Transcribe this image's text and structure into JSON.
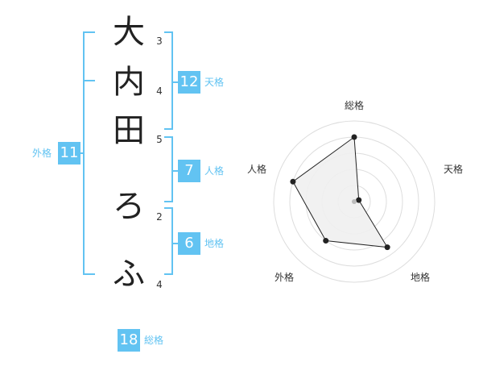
{
  "name_chars": [
    "大",
    "内",
    "田",
    "ろ",
    "ふ"
  ],
  "strokes": [
    "3",
    "4",
    "5",
    "2",
    "4"
  ],
  "kaku": {
    "tenkaku": {
      "value": "12",
      "label": "天格"
    },
    "jinkaku": {
      "value": "7",
      "label": "人格"
    },
    "chikaku": {
      "value": "6",
      "label": "地格"
    },
    "gaikaku": {
      "value": "11",
      "label": "外格"
    },
    "soukaku": {
      "value": "18",
      "label": "総格"
    }
  },
  "colors": {
    "accent": "#62c3f2",
    "text": "#222222",
    "radar_fill": "#f0f0f0"
  },
  "radar": {
    "labels": [
      "総格",
      "天格",
      "地格",
      "外格",
      "人格"
    ],
    "values": [
      0.8,
      0.06,
      0.7,
      0.6,
      0.8
    ],
    "max": 1
  }
}
